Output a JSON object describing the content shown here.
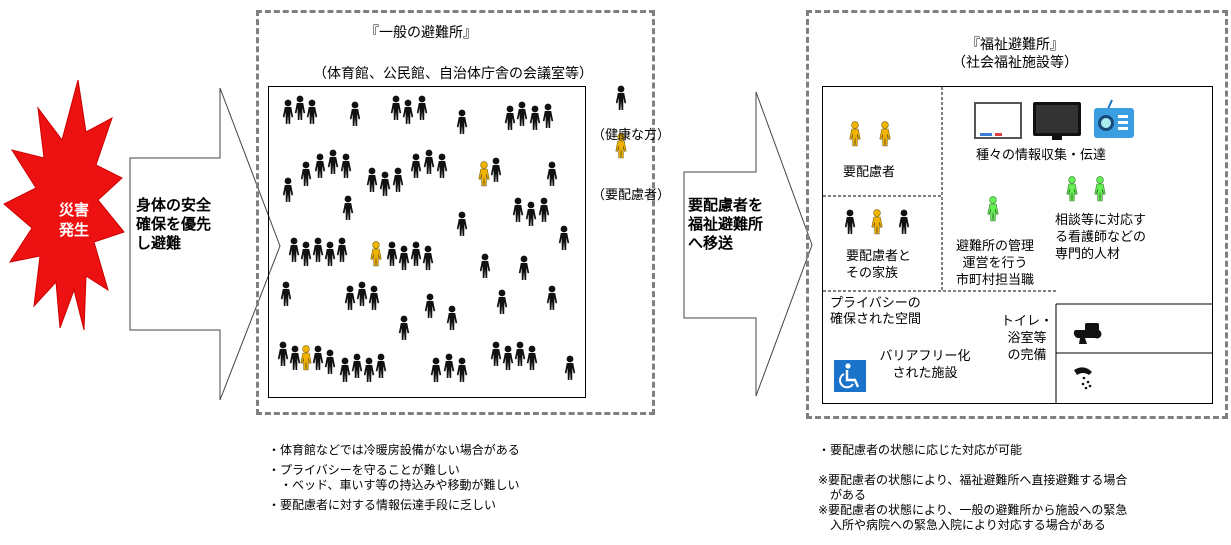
{
  "burst": {
    "label_line1": "災害",
    "label_line2": "発生",
    "color": "#ee1111"
  },
  "arrow1": {
    "line1": "身体の安全",
    "line2": "確保を優先",
    "line3": "し避難"
  },
  "general": {
    "title": "『一般の避難所』",
    "subtitle": "（体育館、公民館、自治体庁舎の会議室等）",
    "legend_healthy": "（健康な方）",
    "legend_care": "（要配慮者）",
    "notes": [
      "・体育館などでは冷暖房設備がない場合がある",
      "・プライバシーを守ることが難しい",
      "　・ベッド、車いす等の持込みや移動が難しい",
      "・要配慮者に対する情報伝達手段に乏しい"
    ]
  },
  "arrow2": {
    "line1": "要配慮者を",
    "line2": "福祉避難所",
    "line3": "へ移送"
  },
  "welfare": {
    "title": "『福祉避難所』",
    "subtitle": "（社会福祉施設等）",
    "care_person": "要配慮者",
    "care_family_line1": "要配慮者と",
    "care_family_line2": "その家族",
    "info": "種々の情報収集・伝達",
    "staff_line1": "避難所の管理",
    "staff_line2": "運営を行う",
    "staff_line3": "市町村担当職",
    "nurse_line1": "相談等に対応す",
    "nurse_line2": "る看護師などの",
    "nurse_line3": "専門的人材",
    "privacy_line1": "プライバシーの",
    "privacy_line2": "確保された空間",
    "barrier_line1": "バリアフリー化",
    "barrier_line2": "された施設",
    "toilet_line1": "トイレ・",
    "toilet_line2": "浴室等",
    "toilet_line3": "の完備",
    "notes": [
      "・要配慮者の状態に応じた対応が可能",
      "※要配慮者の状態により、福祉避難所へ直接避難する場合",
      "　がある",
      "※要配慮者の状態により、一般の避難所から施設への緊急",
      "　入所や病院への緊急入院により対応する場合がある"
    ]
  },
  "colors": {
    "healthy": "#111111",
    "care": "#f0b400",
    "staff": "#66ee55",
    "accessible": "#1a73c8"
  }
}
